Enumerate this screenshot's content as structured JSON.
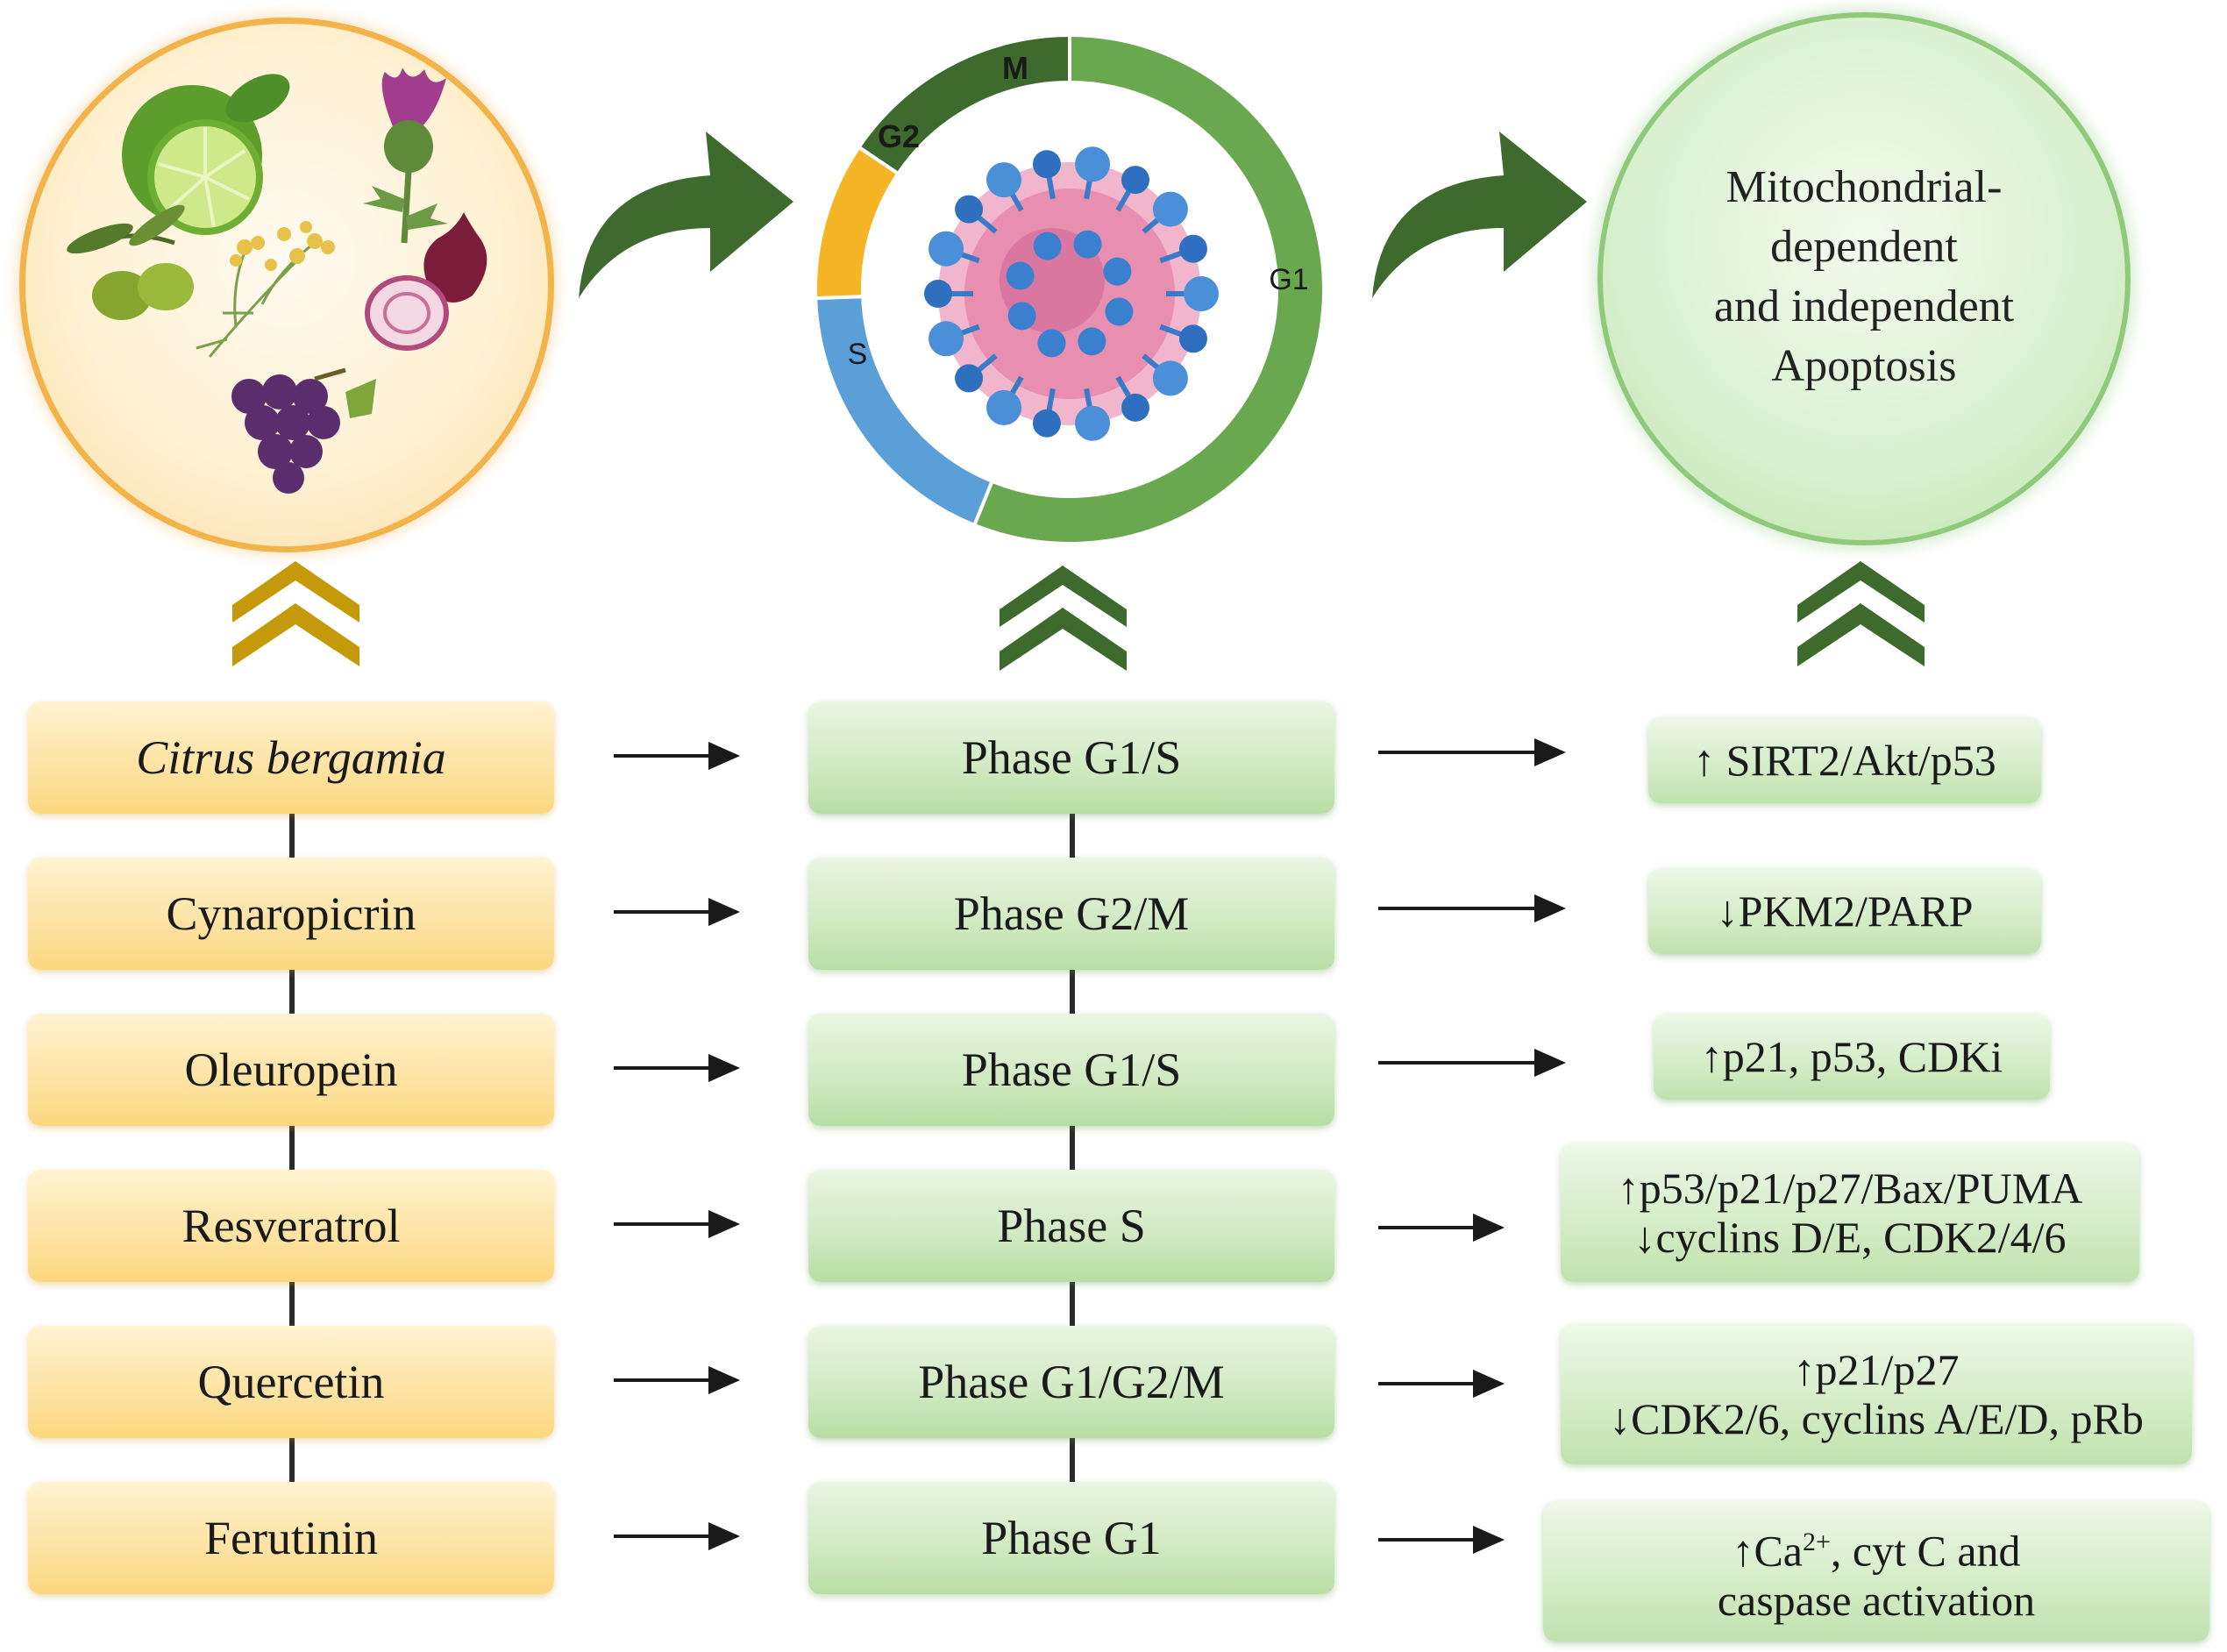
{
  "cycle": {
    "phases": [
      {
        "label": "M",
        "color": "#3e6b2d"
      },
      {
        "label": "G2",
        "color": "#f5b526"
      },
      {
        "label": "S",
        "color": "#5b9fd9"
      },
      {
        "label": "G1",
        "color": "#6aa84f"
      }
    ]
  },
  "apoptosis": {
    "lines": [
      "Mitochondrial-",
      "dependent",
      "and independent",
      "Apoptosis"
    ]
  },
  "colors": {
    "compound_chevron": "#c49a0a",
    "phase_chevron": "#3e6b2d",
    "big_arrow": "#3e6b2d"
  },
  "rows": [
    {
      "compound": "Citrus bergamia",
      "phase": "Phase G1/S",
      "effect": [
        "↑ SIRT2/Akt/p53"
      ]
    },
    {
      "compound": "Cynaropicrin",
      "phase": "Phase G2/M",
      "effect": [
        "↓PKM2/PARP"
      ]
    },
    {
      "compound": "Oleuropein",
      "phase": "Phase G1/S",
      "effect": [
        "↑p21, p53, CDKi"
      ]
    },
    {
      "compound": "Resveratrol",
      "phase": "Phase S",
      "effect": [
        "↑p53/p21/p27/Bax/PUMA",
        "↓cyclins D/E, CDK2/4/6"
      ]
    },
    {
      "compound": "Quercetin",
      "phase": "Phase G1/G2/M",
      "effect": [
        "↑p21/p27",
        "↓CDK2/6, cyclins A/E/D, pRb"
      ]
    },
    {
      "compound": "Ferutinin",
      "phase": "Phase G1",
      "effect_pre": "↑Ca",
      "effect_sup": "2+",
      "effect_post": ", cyt C and",
      "effect_line2": "caspase activation"
    }
  ]
}
